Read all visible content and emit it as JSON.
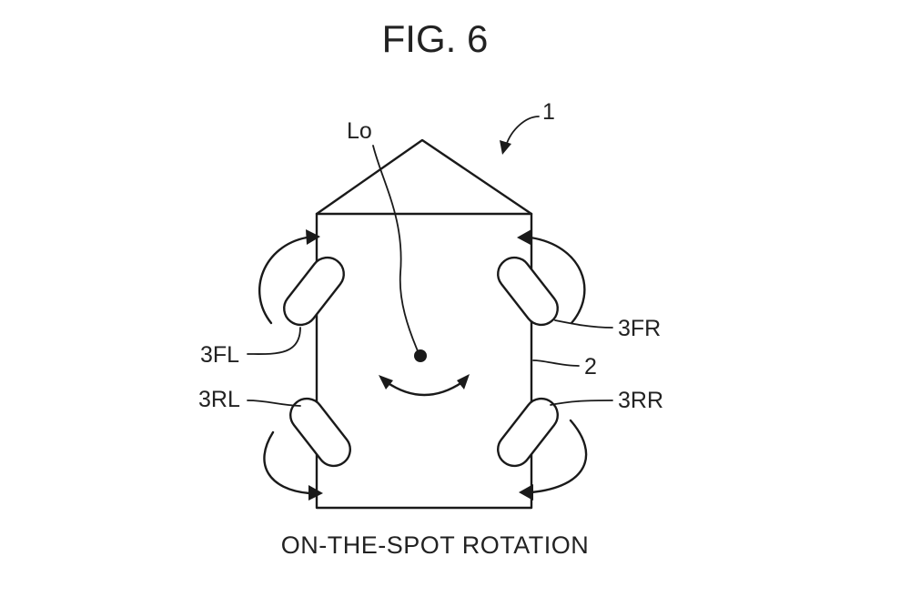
{
  "figure": {
    "title": "FIG. 6",
    "caption": "ON-THE-SPOT ROTATION",
    "labels": {
      "vehicle_ref": "1",
      "body_ref": "2",
      "front_left_wheel": "3FL",
      "front_right_wheel": "3FR",
      "rear_left_wheel": "3RL",
      "rear_right_wheel": "3RR",
      "center_point": "Lo"
    }
  }
}
